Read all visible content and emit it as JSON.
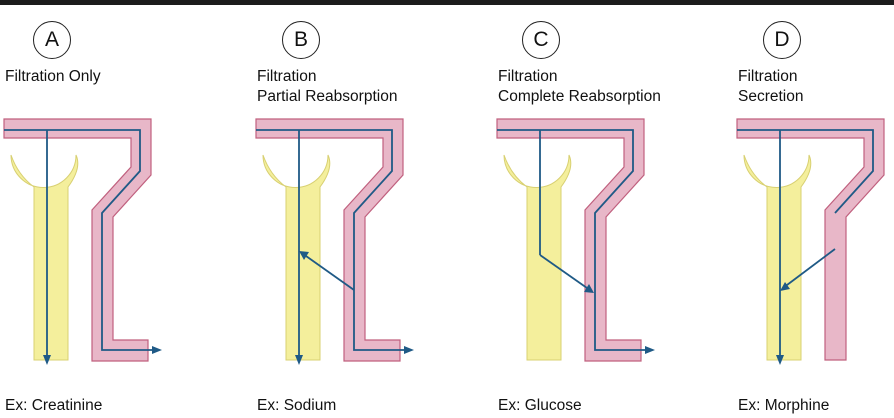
{
  "colors": {
    "tubule": "#e8b7c8",
    "tubule_stroke": "#c0607e",
    "capillary": "#f4ef9c",
    "capillary_stroke": "#d8d072",
    "flow": "#1f5a86"
  },
  "panels": [
    {
      "letter": "A",
      "line1": "Filtration Only",
      "line2": "",
      "example": "Ex:  Creatinine"
    },
    {
      "letter": "B",
      "line1": "Filtration",
      "line2": "Partial Reabsorption",
      "example": "Ex:  Sodium"
    },
    {
      "letter": "C",
      "line1": "Filtration",
      "line2": "Complete Reabsorption",
      "example": "Ex:  Glucose"
    },
    {
      "letter": "D",
      "line1": "Filtration",
      "line2": "Secretion",
      "example": "Ex:  Morphine"
    }
  ]
}
